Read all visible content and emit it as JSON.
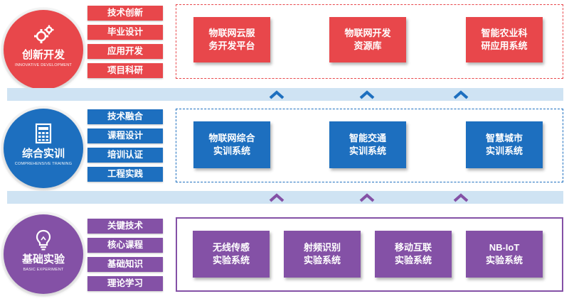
{
  "colors": {
    "red": "#e8474b",
    "blue": "#1d6fbf",
    "purple": "#8451a6",
    "band": "#cfe3f3"
  },
  "tiers": [
    {
      "title": "创新开发",
      "subtitle": "INNOVATIVE DEVELOPMENT",
      "icon": "gears-icon",
      "tags": [
        "技术创新",
        "毕业设计",
        "应用开发",
        "项目科研"
      ],
      "cards": [
        "物联网云服务开发平台",
        "物联网开发资源库",
        "智能农业科研应用系统"
      ]
    },
    {
      "title": "综合实训",
      "subtitle": "COMPREHENSIVE TRAINING",
      "icon": "spreadsheet-icon",
      "tags": [
        "技术融合",
        "课程设计",
        "培训认证",
        "工程实践"
      ],
      "cards": [
        "物联网综合实训系统",
        "智能交通实训系统",
        "智慧城市实训系统"
      ]
    },
    {
      "title": "基础实验",
      "subtitle": "BASIC EXPERIMENT",
      "icon": "lightbulb-icon",
      "tags": [
        "关键技术",
        "核心课程",
        "基础知识",
        "理论学习"
      ],
      "cards": [
        "无线传感实验系统",
        "射频识别实验系统",
        "移动互联实验系统",
        "NB-IoT实验系统"
      ]
    }
  ],
  "card_lines": {
    "0": [
      [
        "物联网云服",
        "务开发平台"
      ],
      [
        "物联网开发",
        "资源库"
      ],
      [
        "智能农业科",
        "研应用系统"
      ]
    ],
    "1": [
      [
        "物联网综合",
        "实训系统"
      ],
      [
        "智能交通",
        "实训系统"
      ],
      [
        "智慧城市",
        "实训系统"
      ]
    ],
    "2": [
      [
        "无线传感",
        "实验系统"
      ],
      [
        "射频识别",
        "实验系统"
      ],
      [
        "移动互联",
        "实验系统"
      ],
      [
        "NB-IoT",
        "实验系统"
      ]
    ]
  }
}
